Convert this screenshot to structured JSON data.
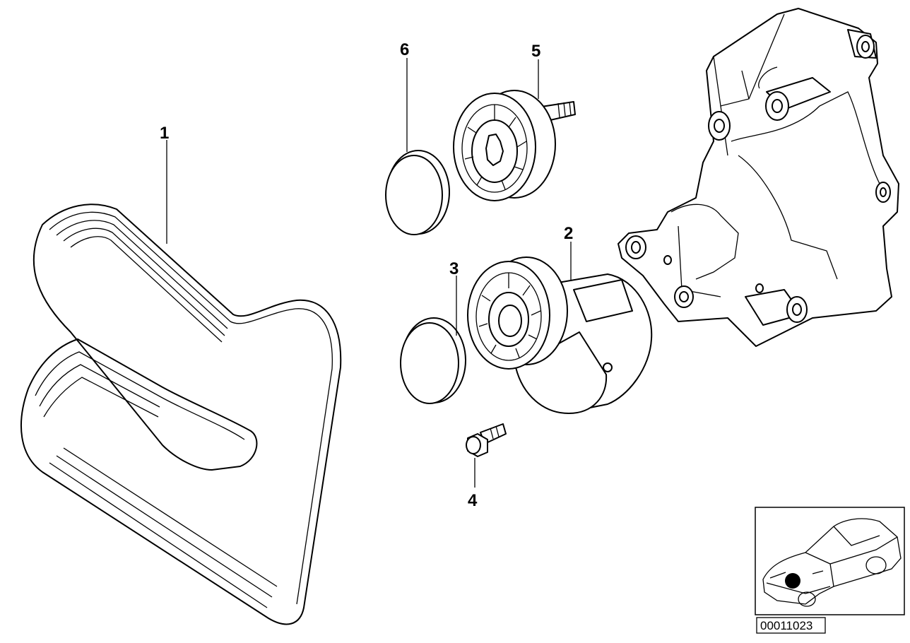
{
  "parts": [
    {
      "number": "1",
      "item": "ribbed-v-belt"
    },
    {
      "number": "2",
      "item": "belt-tensioner"
    },
    {
      "number": "3",
      "item": "tensioner-cap"
    },
    {
      "number": "4",
      "item": "hex-bolt"
    },
    {
      "number": "5",
      "item": "guide-pulley"
    },
    {
      "number": "6",
      "item": "pulley-cap"
    }
  ],
  "reference_number": "00011023",
  "colors": {
    "line": "#000000",
    "background": "#ffffff",
    "marker": "#000000"
  }
}
